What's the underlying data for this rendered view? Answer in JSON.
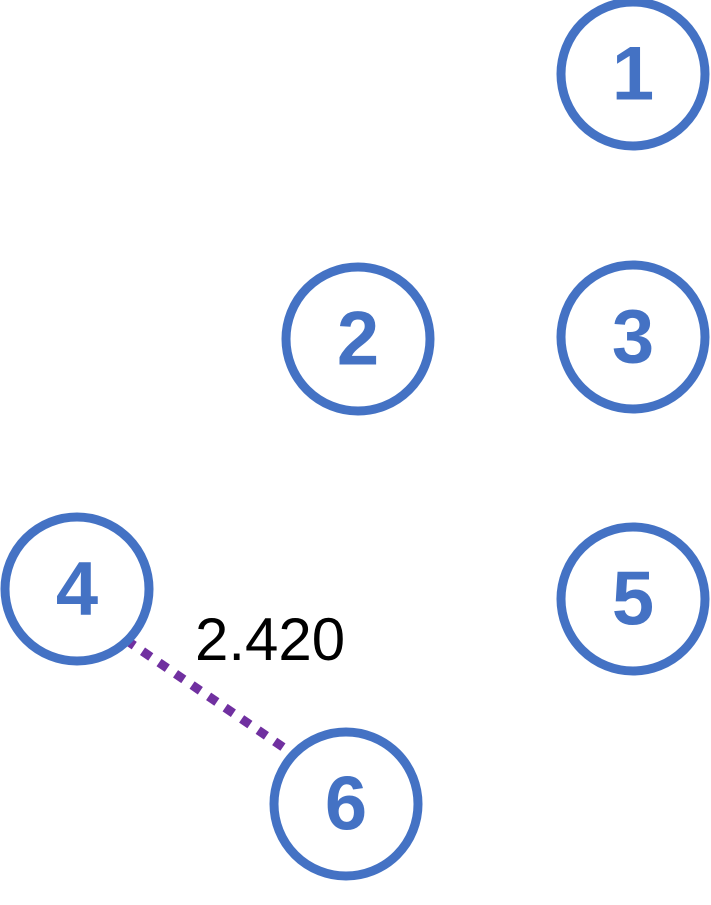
{
  "nodes": [
    {
      "id": "1",
      "label": "1"
    },
    {
      "id": "2",
      "label": "2"
    },
    {
      "id": "3",
      "label": "3"
    },
    {
      "id": "4",
      "label": "4"
    },
    {
      "id": "5",
      "label": "5"
    },
    {
      "id": "6",
      "label": "6"
    }
  ],
  "edges": [
    {
      "from": "4",
      "to": "6",
      "weight": "2.420"
    }
  ],
  "colors": {
    "node": "#4472c4",
    "edge": "#7030a0",
    "edge_label": "#000000"
  }
}
